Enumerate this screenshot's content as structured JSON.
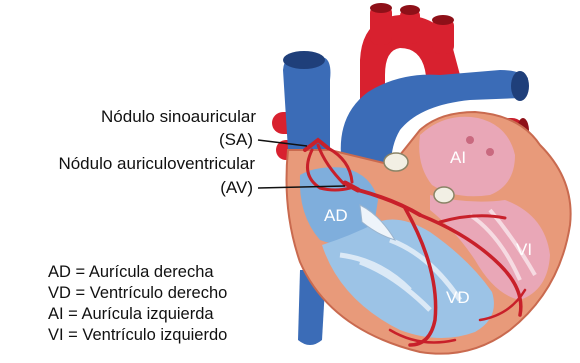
{
  "callouts": {
    "sa_name": "Nódulo sinoauricular",
    "sa_abbr": "(SA)",
    "av_name": "Nódulo auriculoventricular",
    "av_abbr": "(AV)"
  },
  "chambers": {
    "right_atrium": "AD",
    "left_atrium": "AI",
    "right_ventricle": "VD",
    "left_ventricle": "VI"
  },
  "legend": [
    "AD = Aurícula derecha",
    "VD = Ventrículo derecho",
    "AI = Aurícula izquierda",
    "VI = Ventrículo izquierdo"
  ],
  "colors": {
    "aorta_red": "#d8212f",
    "vein_blue": "#3b6cb7",
    "myocardium": "#e89a7a",
    "conduction_path": "#c8202a",
    "left_chamber_pink": "#e9a7b7",
    "right_chamber_blue": "#9cc3e6"
  }
}
